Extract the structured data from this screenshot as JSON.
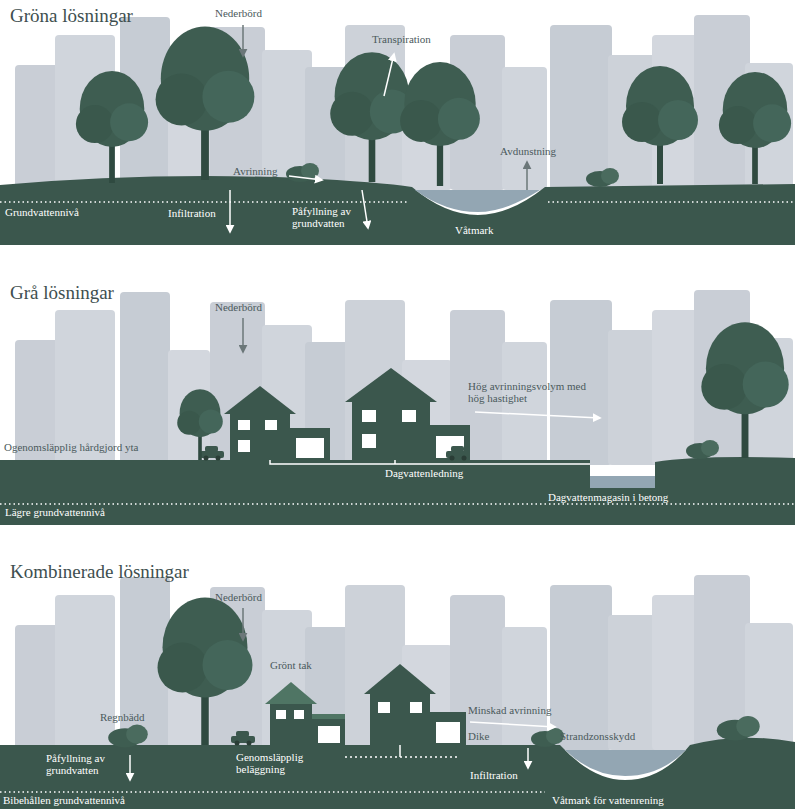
{
  "diagram": {
    "labels": [
      "Gröna lösningar",
      "Nederbörd",
      "Transpiration",
      "Avrinning",
      "Avdunstning",
      "Grundvattennivå",
      "Infiltration",
      "Påfyllning av grundvatten",
      "Våtmark",
      "Grå lösningar",
      "Nederbörd",
      "Hög avrinningsvolym med hög hastighet",
      "Ogenomsläpplig hårdgjord yta",
      "Dagvattenledning",
      "Dagvattenmagasin i betong",
      "Lägre grundvattennivå",
      "Kombinerade lösningar",
      "Nederbörd",
      "Grönt tak",
      "Regnbädd",
      "Minskad avrinning",
      "Dike",
      "Strandzonsskydd",
      "Påfyllning av grundvatten",
      "Genomsläpplig beläggning",
      "Infiltration",
      "Bibehållen grundvattennivå",
      "Våtmark för vattenrening"
    ]
  }
}
